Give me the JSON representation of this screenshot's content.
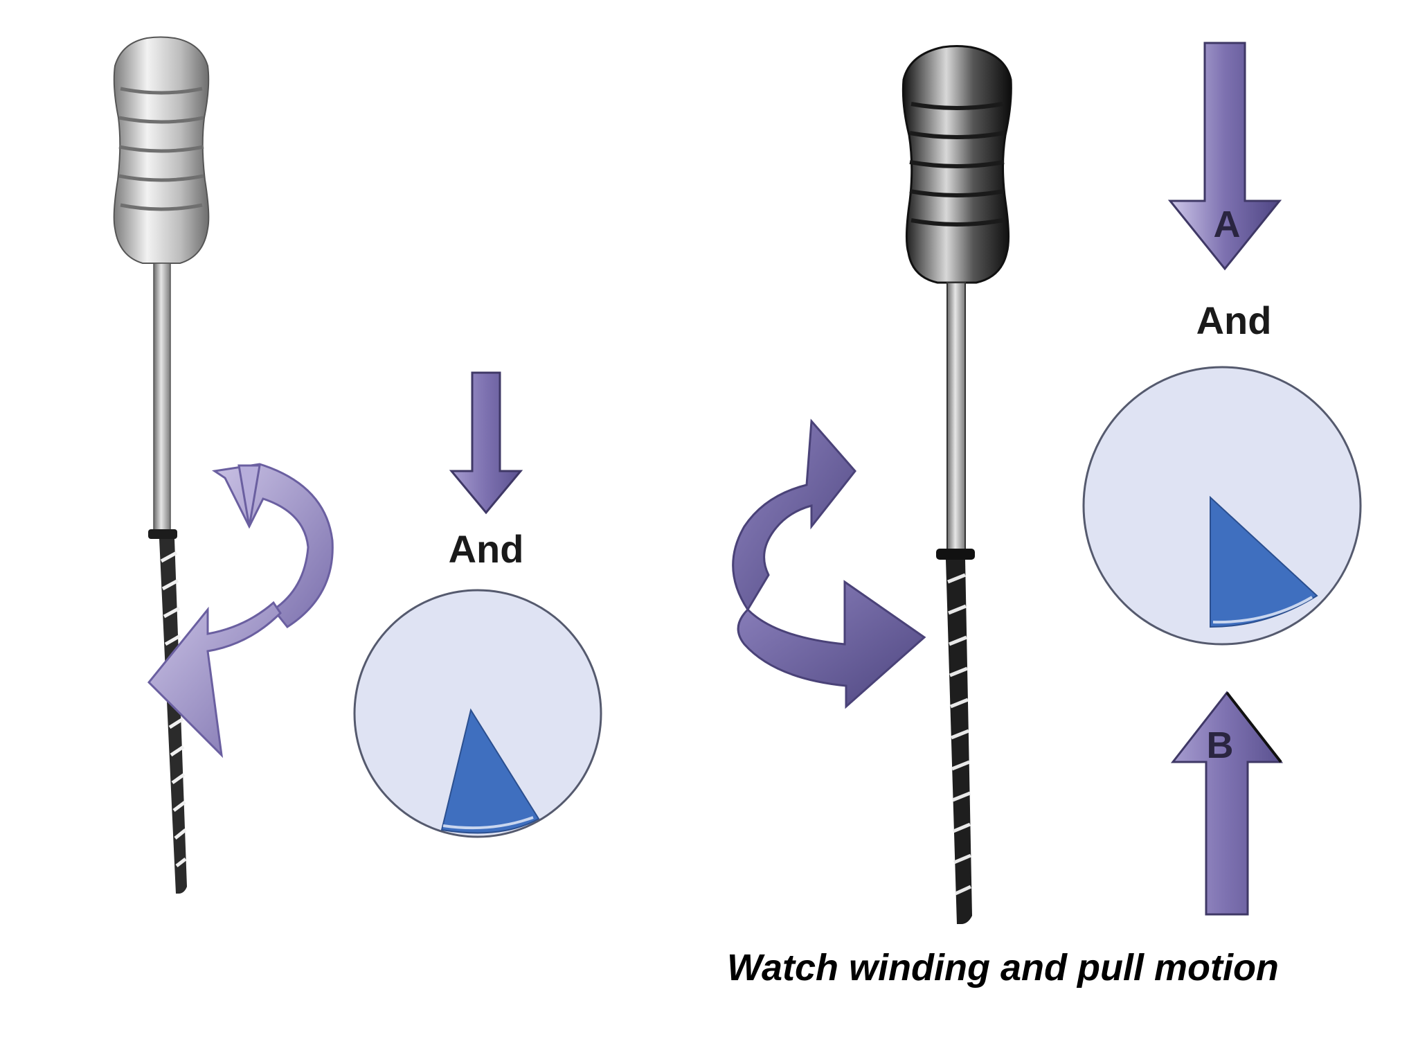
{
  "left_panel": {
    "and_label": "And"
  },
  "right_panel": {
    "arrow_a_label": "A",
    "and_label": "And",
    "arrow_b_label": "B"
  },
  "caption": "Watch winding and pull motion",
  "colors": {
    "arrow_purple": "#8a7fb8",
    "arrow_dark": "#5b5290",
    "dial_fill": "#dfe3f3",
    "wedge_blue": "#3f6fbf",
    "handle_light": "#b9b9b9",
    "handle_dark": "#2a2a2a"
  }
}
